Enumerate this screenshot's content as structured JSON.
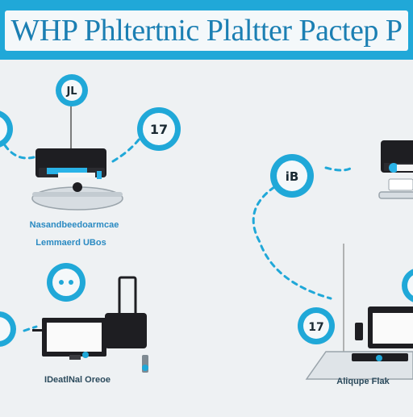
{
  "header": {
    "title": "WHP Phltertnic Plaltter Pactep P"
  },
  "badges": {
    "b1": "JL",
    "b2": "17",
    "b3": "iB",
    "b4": "17"
  },
  "labels": {
    "printer_caption_1": "Nasandbeedoarmcae",
    "printer_caption_2": "Lemmaerd UBos",
    "bottom_left": "IDeatlNal Oreoe",
    "bottom_right": "Aliqupe Flak"
  },
  "colors": {
    "accent": "#20a8d8",
    "title": "#1b7fb3",
    "device": "#1e1e22",
    "background": "#eef1f3"
  }
}
